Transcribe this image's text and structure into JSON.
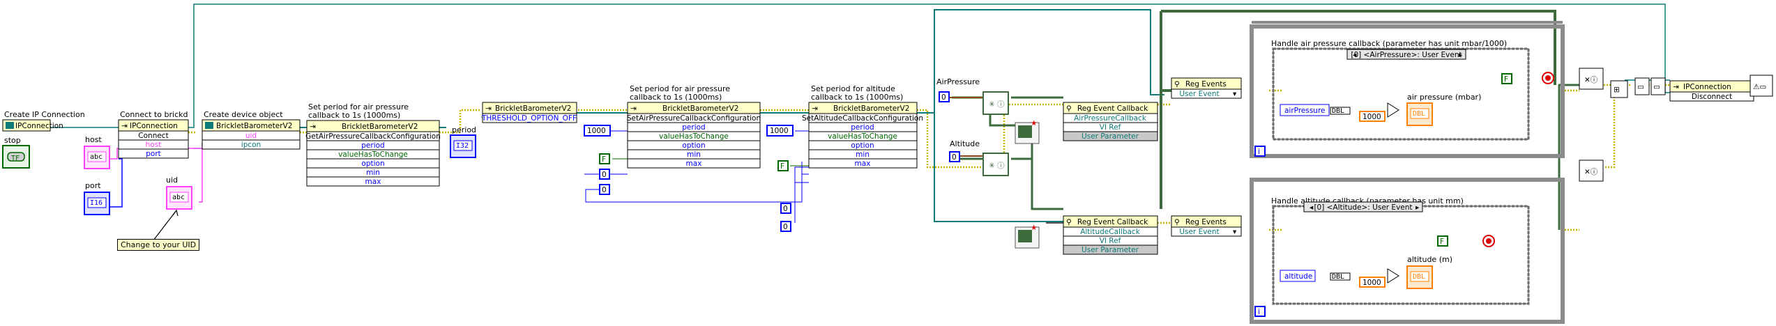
{
  "colors": {
    "refnum": "#0e7a78",
    "cluster": "#b5651d",
    "error": "#d4c000",
    "event": "#3d6b3d",
    "string": "#ff40ff",
    "integer": "#0000ff",
    "boolean": "#006600",
    "double": "#ff8000",
    "frame": "#888888",
    "node_header": "#ffffc8"
  },
  "terminals": {
    "stop": "stop",
    "host": "host",
    "port": "port",
    "uid": "uid",
    "period": "period",
    "air_pressure_control": "AirPressure",
    "altitude_control": "Altitude"
  },
  "nodes": {
    "create_ip": {
      "title": "Create IP Connection",
      "name": "IPConnection"
    },
    "connect": {
      "title": "Connect to brickd",
      "name": "IPConnection",
      "method": "Connect",
      "params": [
        "host",
        "port"
      ]
    },
    "create_device": {
      "title": "Create device object",
      "name": "BrickletBarometerV2",
      "params": [
        "uid",
        "ipcon"
      ]
    },
    "get_config": {
      "title_line1": "Set period for air pressure",
      "title_line2": "callback to 1s (1000ms)",
      "name": "BrickletBarometerV2",
      "method": "GetAirPressureCallbackConfiguration",
      "params": [
        "period",
        "valueHasToChange",
        "option",
        "min",
        "max"
      ]
    },
    "property": {
      "name": "BrickletBarometerV2",
      "value": "THRESHOLD_OPTION_OFF"
    },
    "set_air": {
      "title_line1": "Set period for air pressure",
      "title_line2": "callback to 1s (1000ms)",
      "name": "BrickletBarometerV2",
      "method": "SetAirPressureCallbackConfiguration",
      "params": [
        "period",
        "valueHasToChange",
        "option",
        "min",
        "max"
      ]
    },
    "set_alt": {
      "title_line1": "Set period for altitude",
      "title_line2": "callback to 1s (1000ms)",
      "name": "BrickletBarometerV2",
      "method": "SetAltitudeCallbackConfiguration",
      "params": [
        "period",
        "valueHasToChange",
        "option",
        "min",
        "max"
      ]
    },
    "reg_cb_air": {
      "title": "Reg Event Callback",
      "params": [
        "AirPressureCallback",
        "VI Ref",
        "User Parameter"
      ]
    },
    "reg_cb_alt": {
      "title": "Reg Event Callback",
      "params": [
        "AltitudeCallback",
        "VI Ref",
        "User Parameter"
      ]
    },
    "reg_events_1": {
      "title": "Reg Events",
      "event": "User Event"
    },
    "reg_events_2": {
      "title": "Reg Events",
      "event": "User Event"
    },
    "disconnect": {
      "name": "IPConnection",
      "method": "Disconnect"
    }
  },
  "constants": {
    "c1000_a": "1000",
    "c1000_b": "1000",
    "c0_a": "0",
    "c0_b": "0",
    "c0_c": "0",
    "c0_d": "0",
    "bool_f": "F"
  },
  "structures": {
    "air": {
      "label": "Handle air pressure callback (parameter has unit mbar/1000)",
      "case": "[0] <AirPressure>: User Event",
      "field": "airPressure",
      "divisor": "1000",
      "indicator": "air pressure (mbar)",
      "iter": "i"
    },
    "alt": {
      "label": "Handle altitude callback (parameter has unit mm)",
      "case": "[0] <Altitude>: User Event",
      "field": "altitude",
      "divisor": "1000",
      "indicator": "altitude (m)",
      "iter": "i"
    }
  },
  "comment": "Change to your UID",
  "icons": [
    "stop-button-icon",
    "ip-connection-icon",
    "string-control-icon",
    "numeric-control-icon",
    "invoke-node-icon",
    "property-node-icon",
    "callback-vi-icon",
    "divide-icon",
    "unbundle-icon",
    "register-events-icon",
    "destroy-event-icon",
    "close-reference-icon",
    "error-handler-icon"
  ]
}
